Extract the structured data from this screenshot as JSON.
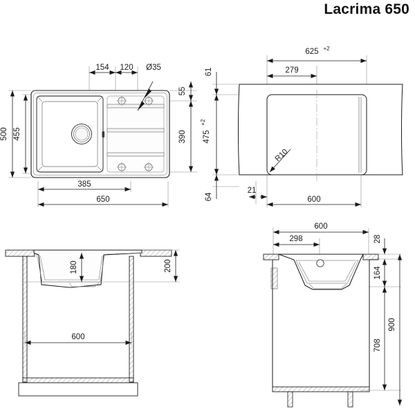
{
  "sheet": {
    "title": "Lacrima 650",
    "background": "#ffffff",
    "line_color": "#1a1a1a",
    "thin_line_color": "#8a8a8a",
    "hatch_color": "#9a9a9a"
  },
  "views": {
    "top_view": {
      "name": "sink-top-view",
      "dims": {
        "d154": "154",
        "d120": "120",
        "d_hole": "Ø35",
        "d55": "55",
        "d390": "390",
        "d500": "500",
        "d455": "455",
        "d385": "385",
        "d650": "650"
      },
      "features": {
        "bowl": "sink-bowl",
        "drain": "drain-opening",
        "drainboard": "drainboard",
        "groove_count": 3,
        "knockout_count": 4
      }
    },
    "cutout_view": {
      "name": "worktop-cutout-view",
      "dims": {
        "d625": "625",
        "d625_tol": "+2",
        "d279": "279",
        "d61": "61",
        "d475": "475",
        "d475_tol": "+2",
        "radius": "R10",
        "d21": "21",
        "d64": "64",
        "d600": "600"
      }
    },
    "side_section": {
      "name": "side-section-view",
      "dims": {
        "d180": "180",
        "d200": "200",
        "d600": "600"
      }
    },
    "front_section": {
      "name": "front-section-view",
      "dims": {
        "d600": "600",
        "d298": "298",
        "d28": "28",
        "d164": "164",
        "d708": "708",
        "d900": "900"
      }
    }
  }
}
